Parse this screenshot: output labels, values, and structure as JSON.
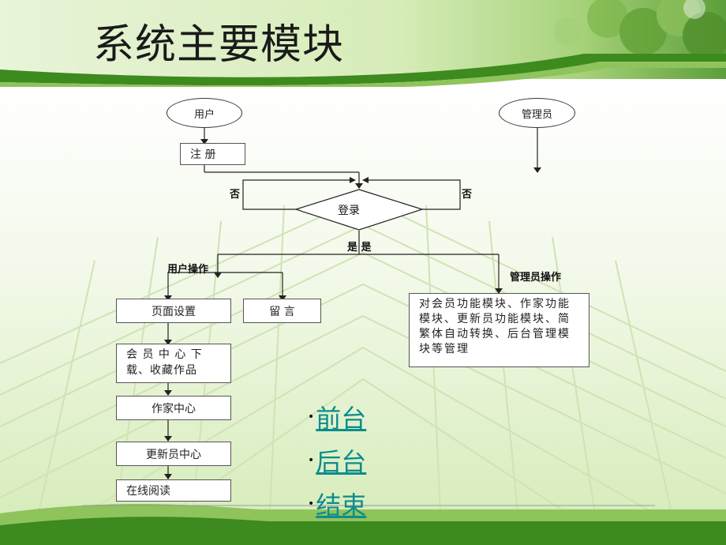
{
  "slide": {
    "title": "系统主要模块"
  },
  "flowchart": {
    "user_node": "用户",
    "admin_node": "管理员",
    "register": "注  册",
    "login": "登录",
    "no_left": "否",
    "no_right": "否",
    "yes_label": "是  是",
    "user_ops": "用户操作",
    "admin_ops": "管理员操作",
    "page_settings": "页面设置",
    "message": "留    言",
    "member_center": "会 员 中 心 下 载、收藏作品",
    "author_center": "作家中心",
    "updater_center": "更新员中心",
    "online_reading": "在线阅读",
    "admin_desc": "对会员功能模块、作家功能模块、更新员功能模块、简繁体自动转换、后台管理模块等管理"
  },
  "nav_links": [
    {
      "label": "前台"
    },
    {
      "label": "后台"
    },
    {
      "label": "结束"
    }
  ],
  "colors": {
    "green_dark": "#3d8a1e",
    "green_light": "#c9e5a2",
    "link": "#0b8d8d"
  }
}
